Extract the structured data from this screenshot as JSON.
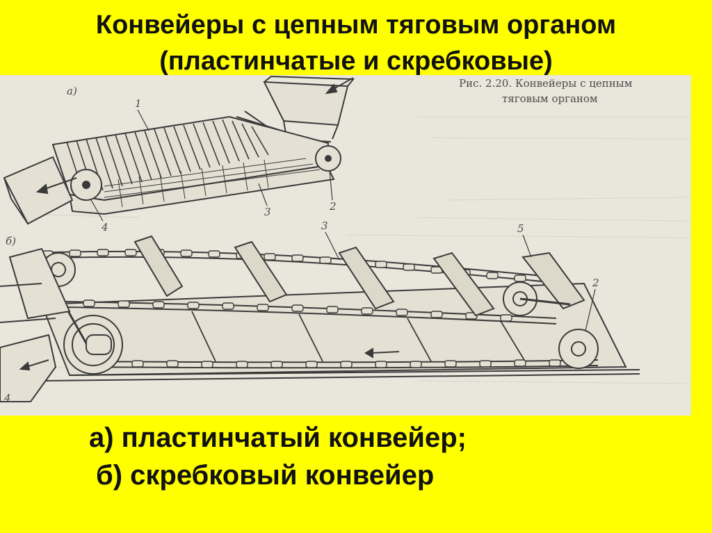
{
  "title": {
    "line1": "Конвейеры с цепным тяговым органом",
    "line2": "(пластинчатые и скребковые)"
  },
  "figure": {
    "caption_line1": "Рис. 2.20. Конвейеры с цепным",
    "caption_line2": "тяговым органом",
    "label_a": "а)",
    "label_b": "б)",
    "part_numbers": {
      "top_1": "1",
      "top_2": "2",
      "top_3": "3",
      "top_4": "4",
      "bottom_2": "2",
      "bottom_3": "3",
      "bottom_4": "4",
      "bottom_5": "5"
    }
  },
  "captions": {
    "a": "а) пластинчатый конвейер;",
    "b": "б) скребковый конвейер"
  },
  "colors": {
    "background": "#ffff00",
    "figure_paper": "#e9e6dc",
    "ink": "#3a3a3a"
  }
}
